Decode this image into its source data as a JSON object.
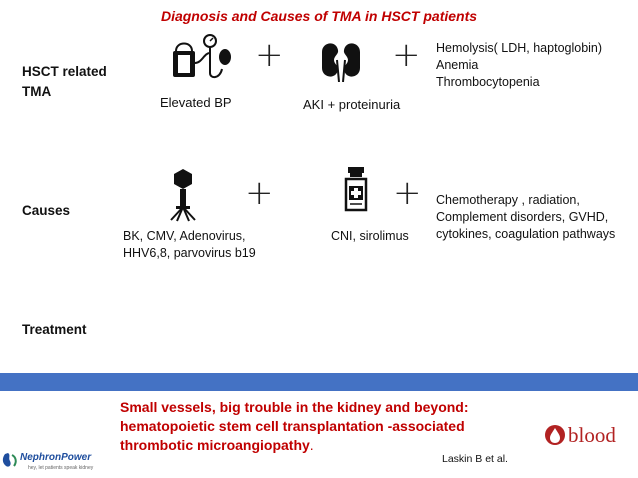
{
  "title": "Diagnosis and Causes of TMA in HSCT patients",
  "rows": {
    "hsct": {
      "label_line1": "HSCT related",
      "label_line2": "TMA"
    },
    "causes": {
      "label": "Causes"
    },
    "treatment": {
      "label": "Treatment"
    }
  },
  "hsct_items": {
    "bp": "Elevated BP",
    "aki": "AKI + proteinuria",
    "hemolysis": [
      "Hemolysis( LDH, haptoglobin)",
      "Anemia",
      "Thrombocytopenia"
    ]
  },
  "cause_items": {
    "viruses": [
      "BK, CMV, Adenovirus,",
      "HHV6,8, parvovirus b19"
    ],
    "drugs": "CNI, sirolimus",
    "other": [
      "Chemotherapy , radiation,",
      "Complement disorders, GVHD,",
      "cytokines, coagulation pathways"
    ]
  },
  "plus_symbol": "+",
  "citation": {
    "lines": [
      "Small vessels, big trouble in the kidney and beyond:",
      "hematopoietic stem cell transplantation -associated",
      "thrombotic microangiopathy"
    ],
    "trailing": "."
  },
  "author": "Laskin B et al.",
  "logos": {
    "journal": "blood",
    "nephron_name": "NephronPower",
    "nephron_tagline": "hey, let patients speak kidney"
  },
  "colors": {
    "title": "#c00000",
    "divider": "#4472c4",
    "citation": "#c00000",
    "journal": "#b22222"
  },
  "icons": [
    "blood-pressure-cuff-icon",
    "kidneys-icon",
    "virus-icon",
    "medicine-bottle-icon",
    "blood-drop-icon"
  ]
}
